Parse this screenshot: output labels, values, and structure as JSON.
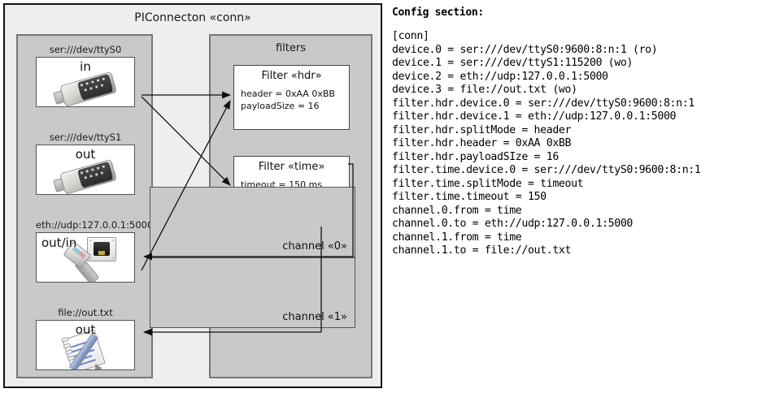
{
  "diagram": {
    "title": "PIConnecton «conn»",
    "devices_group": {
      "items": [
        {
          "caption": "ser:///dev/ttyS0",
          "direction": "in",
          "icon": "serial-port-icon"
        },
        {
          "caption": "ser:///dev/ttyS1",
          "direction": "out",
          "icon": "serial-port-icon"
        },
        {
          "caption": "eth://udp:127.0.0.1:5000",
          "direction": "out/in",
          "icon": "network-jack-icon"
        },
        {
          "caption": "file://out.txt",
          "direction": "out",
          "icon": "notepad-icon"
        }
      ]
    },
    "filters_group": {
      "title": "filters",
      "items": [
        {
          "title": "Filter «hdr»",
          "lines": [
            "header = 0xAA 0xBB",
            "payloadSize = 16"
          ]
        },
        {
          "title": "Filter «time»",
          "lines": [
            "timeout = 150 ms"
          ]
        }
      ]
    },
    "channels": [
      {
        "label": "channel «0»"
      },
      {
        "label": "channel «1»"
      }
    ]
  },
  "config": {
    "title": "Config section:",
    "text": "[conn]\ndevice.0 = ser:///dev/ttyS0:9600:8:n:1 (ro)\ndevice.1 = ser:///dev/ttyS1:115200 (wo)\ndevice.2 = eth://udp:127.0.0.1:5000\ndevice.3 = file://out.txt (wo)\nfilter.hdr.device.0 = ser:///dev/ttyS0:9600:8:n:1\nfilter.hdr.device.1 = eth://udp:127.0.0.1:5000\nfilter.hdr.splitMode = header\nfilter.hdr.header = 0xAA 0xBB\nfilter.hdr.payloadSIze = 16\nfilter.time.device.0 = ser:///dev/ttyS0:9600:8:n:1\nfilter.time.splitMode = timeout\nfilter.time.timeout = 150\nchannel.0.from = time\nchannel.0.to = eth://udp:127.0.0.1:5000\nchannel.1.from = time\nchannel.1.to = file://out.txt"
  },
  "colors": {
    "frame_bg": "#eeeeee",
    "group_bg": "#c9c9c9",
    "node_bg": "#ffffff",
    "stroke": "#333333"
  }
}
